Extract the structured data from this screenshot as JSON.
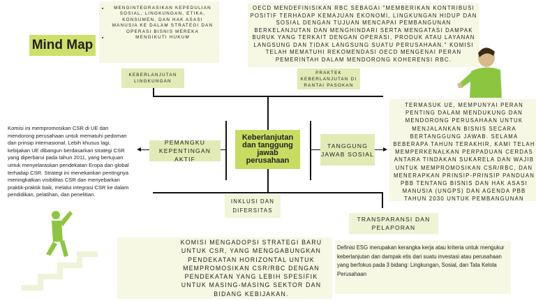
{
  "title": "Mind Map",
  "center": "Keberlanjutan dan tanggung jawab perusahaan",
  "top_left_bullets": [
    "Mengintegrasikan kepedulian sosial, lingkungan, etika, konsumen, dan hak asasi manusia ke dalam strategi dan operasi bisnis mereka",
    "Mengikuti hukum"
  ],
  "label_keberlanjutan": "Keberlanjutan lingkungan",
  "top_right_text": "OECD mendefinisikan RBC sebagai \"memberikan kontribusi positif terhadap kemajuan ekonomi, lingkungan hidup dan sosial dengan tujuan mencapai pembangunan berkelanjutan dan menghindari serta mengatasi dampak buruk yang terkait dengan operasi, produk atau layanan langsung dan tidak langsung suatu perusahaan.\" Komisi telah mematuhi rekomendasi OECD mengenai peran pemerintah dalam mendorong koherensi RBC.",
  "label_praktek": "Praktek keberlanjutan di rantai pasokan",
  "right_text": "termasuk UE, mempunyai peran penting dalam mendukung dan mendorong perusahaan untuk menjalankan bisnis secara bertanggung jawab. Selama beberapa tahun terakhir, kami telah memperkenalkan perpaduan cerdas antara tindakan sukarela dan wajib untuk mempromosikan CSR/RBC, dan menerapkan prinsip-prinsip panduan PBB tentang bisnis dan hak asasi manusia (UNGPS) dan agenda PBB tahun 2030 untuk pembangunan berkelanjutan.",
  "label_tanggung": "Tanggung jawab sosial",
  "left_text": "Komisi ini mempromosikan CSR di UE dan mendorong perusahaan untuk mematuhi pedoman dan prinsip internasional. Lebih khusus lagi, kebijakan UE dibangun berdasarkan strategi CSR yang diperbarui pada tahun 2011, yang bertujuan untuk menyelaraskan pendekatan Eropa dan global terhadap CSR. Strategi ini menekankan pentingnya meningkatkan visibilitas CSR dan menyebarkan praktik-praktik baik, melalui integrasi CSR ke dalam pendidikan, pelatihan, dan penelitian.",
  "label_pemangku": "Pemangku kepentingan aktif",
  "label_inklusi": "Inklusi dan difersitas",
  "label_transparansi": "Transparansi dan pelaporan",
  "bottom_text": "Komisi mengadopsi strategi baru untuk CSR, yang menggabungkan pendekatan horizontal untuk mempromosikan CSR/RBC dengan pendekatan yang lebih spesifik untuk masing-masing sektor dan bidang kebijakan.",
  "esg_text": "Definisi ESG merupakan kerangka kerja atau kriteria untuk mengukur keberlanjutan dan dampak etis dari suatu investasi atau perusahaan yang berfokus pada 3 bidang: Lingkungan, Sosial, dan Tata Kelola Perusahaan",
  "colors": {
    "accent": "#c8dc62",
    "panel": "#f6f8e3",
    "label": "#e2eab6",
    "figure": "#8cc63f"
  }
}
